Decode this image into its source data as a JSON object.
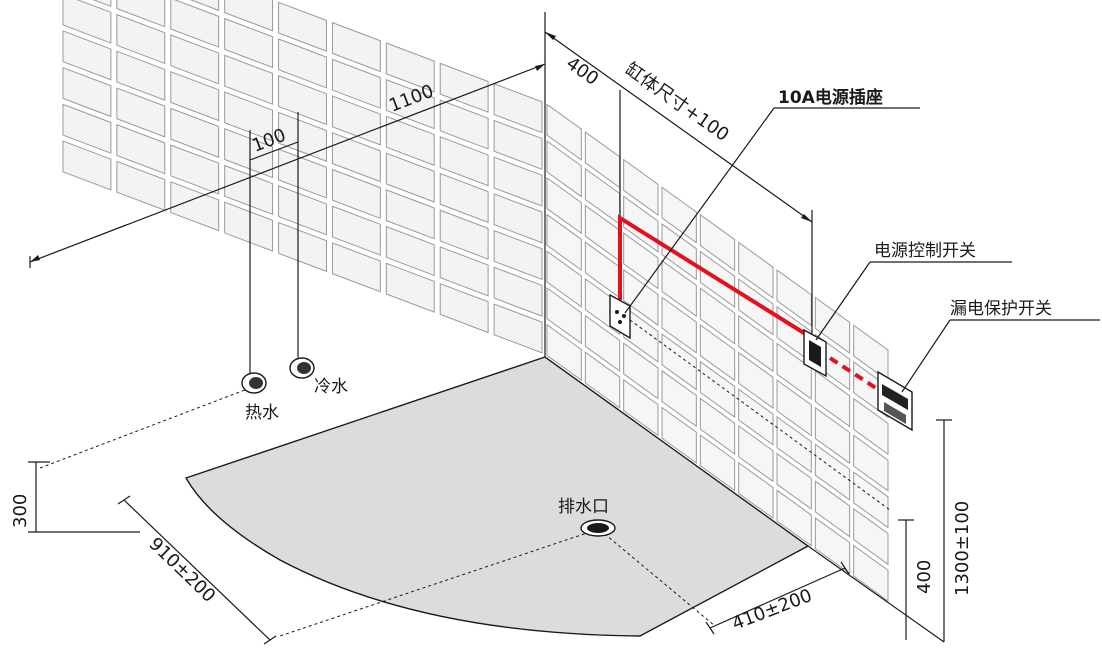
{
  "dimensions": {
    "back_wall_width": "1100",
    "pipe_spacing": "100",
    "socket_offset": "400",
    "tub_size": "缸体尺寸+100",
    "pipe_height": "300",
    "drain_left": "910±200",
    "drain_right": "410±200",
    "socket_height": "400",
    "switch_height": "1300±100"
  },
  "labels": {
    "hot_water": "热水",
    "cold_water": "冷水",
    "drain": "排水口",
    "socket": "10A电源插座",
    "power_switch": "电源控制开关",
    "leakage_switch": "漏电保护开关"
  },
  "colors": {
    "wire": "#e3111d",
    "floor": "#dcdcdc",
    "tile": "#f3f3f3"
  }
}
